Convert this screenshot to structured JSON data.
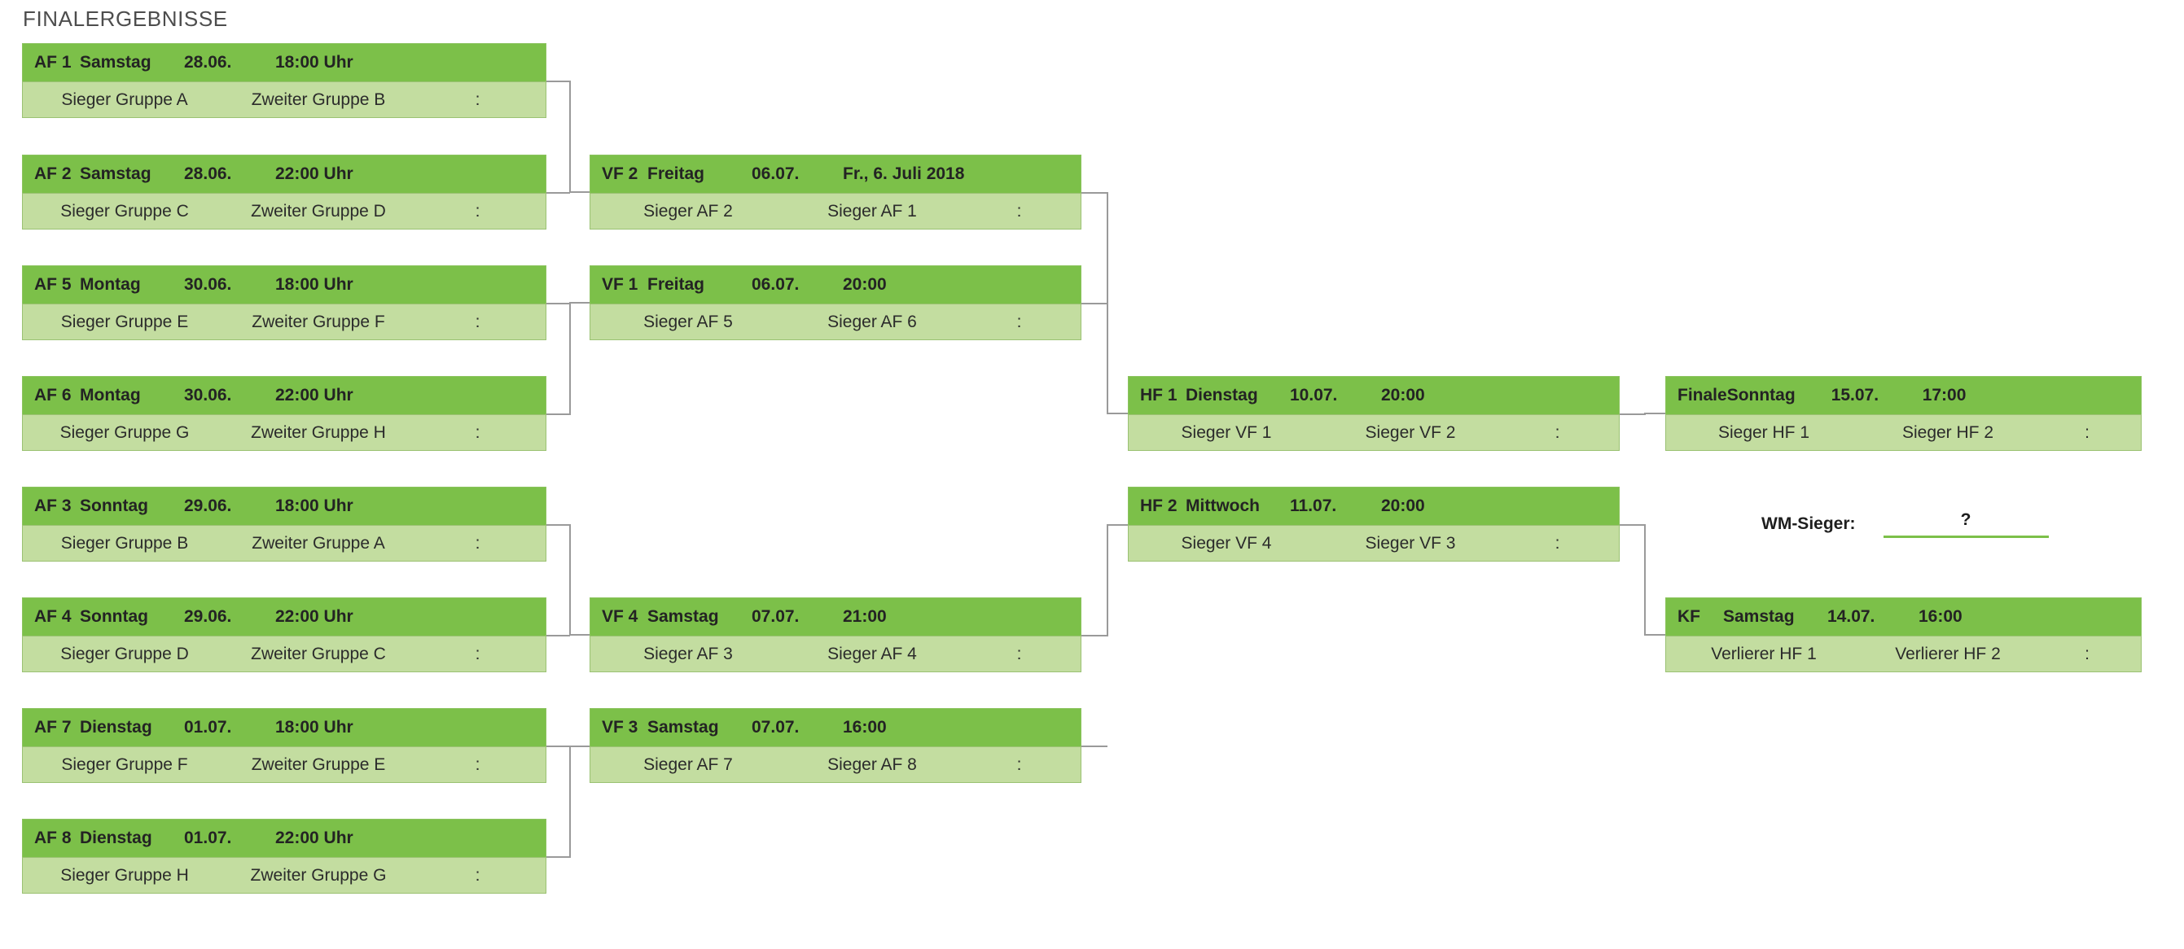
{
  "page": {
    "title": "FINALERGEBNISSE"
  },
  "colors": {
    "header_green": "#7cc049",
    "body_green": "#c3dda0",
    "connector_gray": "#9a9a9a",
    "title_gray": "#4d4d4d"
  },
  "rounds": {
    "round_of_16": {
      "matches": [
        {
          "code": "AF 1",
          "day": "Samstag",
          "date": "28.06.",
          "time": "18:00 Uhr",
          "home": "Sieger Gruppe A",
          "away": "Zweiter Gruppe B",
          "score": ":"
        },
        {
          "code": "AF 2",
          "day": "Samstag",
          "date": "28.06.",
          "time": "22:00 Uhr",
          "home": "Sieger Gruppe C",
          "away": "Zweiter Gruppe D",
          "score": ":"
        },
        {
          "code": "AF 5",
          "day": "Montag",
          "date": "30.06.",
          "time": "18:00 Uhr",
          "home": "Sieger Gruppe E",
          "away": "Zweiter Gruppe F",
          "score": ":"
        },
        {
          "code": "AF 6",
          "day": "Montag",
          "date": "30.06.",
          "time": "22:00 Uhr",
          "home": "Sieger Gruppe G",
          "away": "Zweiter Gruppe H",
          "score": ":"
        },
        {
          "code": "AF 3",
          "day": "Sonntag",
          "date": "29.06.",
          "time": "18:00 Uhr",
          "home": "Sieger Gruppe B",
          "away": "Zweiter Gruppe A",
          "score": ":"
        },
        {
          "code": "AF 4",
          "day": "Sonntag",
          "date": "29.06.",
          "time": "22:00 Uhr",
          "home": "Sieger Gruppe D",
          "away": "Zweiter Gruppe C",
          "score": ":"
        },
        {
          "code": "AF 7",
          "day": "Dienstag",
          "date": "01.07.",
          "time": "18:00 Uhr",
          "home": "Sieger Gruppe F",
          "away": "Zweiter Gruppe E",
          "score": ":"
        },
        {
          "code": "AF 8",
          "day": "Dienstag",
          "date": "01.07.",
          "time": "22:00 Uhr",
          "home": "Sieger Gruppe H",
          "away": "Zweiter Gruppe G",
          "score": ":"
        }
      ]
    },
    "quarter_finals": {
      "matches": [
        {
          "code": "VF 2",
          "day": "Freitag",
          "date": "06.07.",
          "time": "Fr., 6. Juli 2018",
          "home": "Sieger AF 2",
          "away": "Sieger AF 1",
          "score": ":"
        },
        {
          "code": "VF 1",
          "day": "Freitag",
          "date": "06.07.",
          "time": "20:00",
          "home": "Sieger AF 5",
          "away": "Sieger AF 6",
          "score": ":"
        },
        {
          "code": "VF 4",
          "day": "Samstag",
          "date": "07.07.",
          "time": "21:00",
          "home": "Sieger AF 3",
          "away": "Sieger AF 4",
          "score": ":"
        },
        {
          "code": "VF 3",
          "day": "Samstag",
          "date": "07.07.",
          "time": "16:00",
          "home": "Sieger AF 7",
          "away": "Sieger AF 8",
          "score": ":"
        }
      ]
    },
    "semi_finals": {
      "matches": [
        {
          "code": "HF 1",
          "day": "Dienstag",
          "date": "10.07.",
          "time": "20:00",
          "home": "Sieger VF 1",
          "away": "Sieger VF 2",
          "score": ":"
        },
        {
          "code": "HF 2",
          "day": "Mittwoch",
          "date": "11.07.",
          "time": "20:00",
          "home": "Sieger VF 4",
          "away": "Sieger VF 3",
          "score": ":"
        }
      ]
    },
    "final_stage": {
      "matches": [
        {
          "code": "Finale",
          "day": "Sonntag",
          "date": "15.07.",
          "time": "17:00",
          "home": "Sieger HF 1",
          "away": "Sieger HF 2",
          "score": ":"
        },
        {
          "code": "KF",
          "day": "Samstag",
          "date": "14.07.",
          "time": "16:00",
          "home": "Verlierer HF 1",
          "away": "Verlierer HF 2",
          "score": ":"
        }
      ]
    }
  },
  "champion": {
    "label": "WM-Sieger:",
    "value": "?"
  }
}
